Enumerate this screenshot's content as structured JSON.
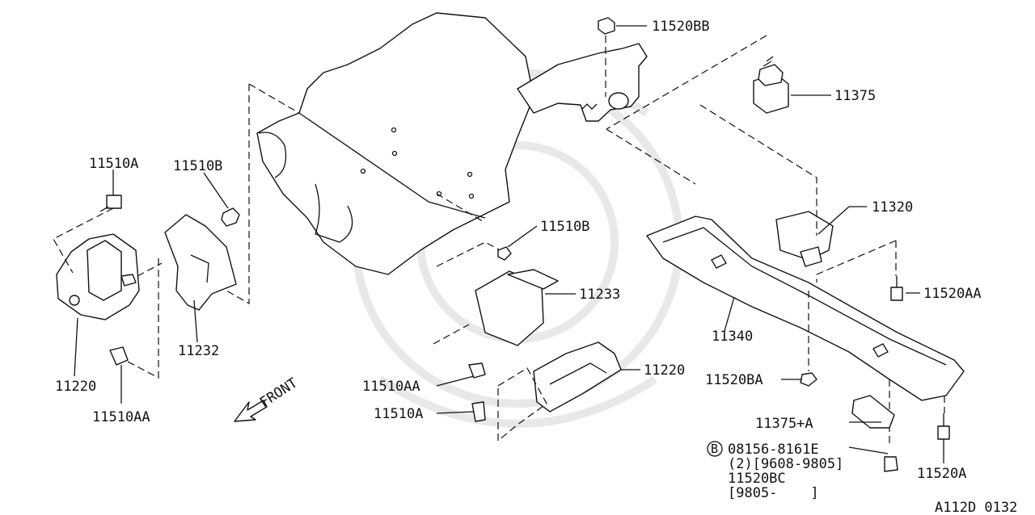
{
  "diagram_code": "A112D 0132",
  "front_label": "FRONT",
  "callout_symbol": "B",
  "labels": {
    "p11520BB": "11520BB",
    "p11375": "11375",
    "p11510A_left": "11510A",
    "p11510B_left": "11510B",
    "p11510B_center": "11510B",
    "p11233": "11233",
    "p11320": "11320",
    "p11520AA": "11520AA",
    "p11220_left": "11220",
    "p11232": "11232",
    "p11510AA_left": "11510AA",
    "p11510AA_center": "11510AA",
    "p11510A_center": "11510A",
    "p11220_center": "11220",
    "p11340": "11340",
    "p11520BA": "11520BA",
    "p11375A": "11375+A",
    "p08156": "08156-8161E",
    "p08156_qty": "(2)[9608-9805]",
    "p11520BC": "11520BC",
    "p11520BC_date": "[9805-    ]",
    "p11520A": "11520A"
  }
}
